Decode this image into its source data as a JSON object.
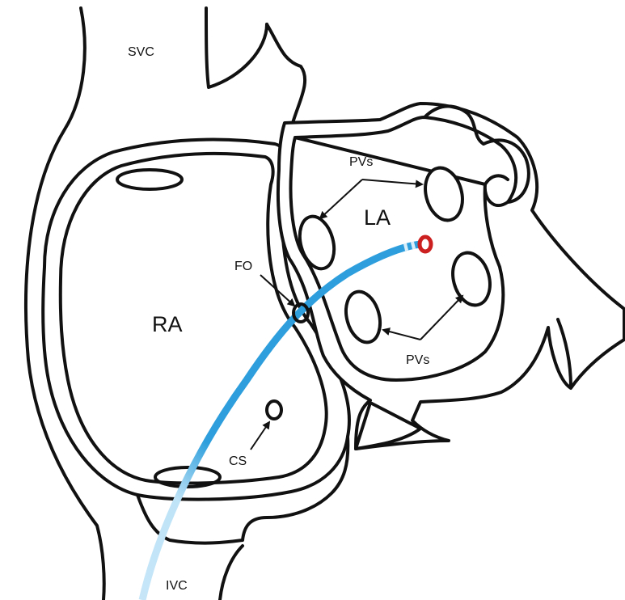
{
  "labels": {
    "svc": "SVC",
    "ivc": "IVC",
    "ra": "RA",
    "la": "LA",
    "fo": "FO",
    "cs": "CS",
    "pvs_top": "PVs",
    "pvs_bottom": "PVs"
  },
  "colors": {
    "outline": "#111111",
    "catheter": "#2e9fdc",
    "catheter_light": "#b9e0f6",
    "catheter_tip": "#cc1f1f"
  }
}
